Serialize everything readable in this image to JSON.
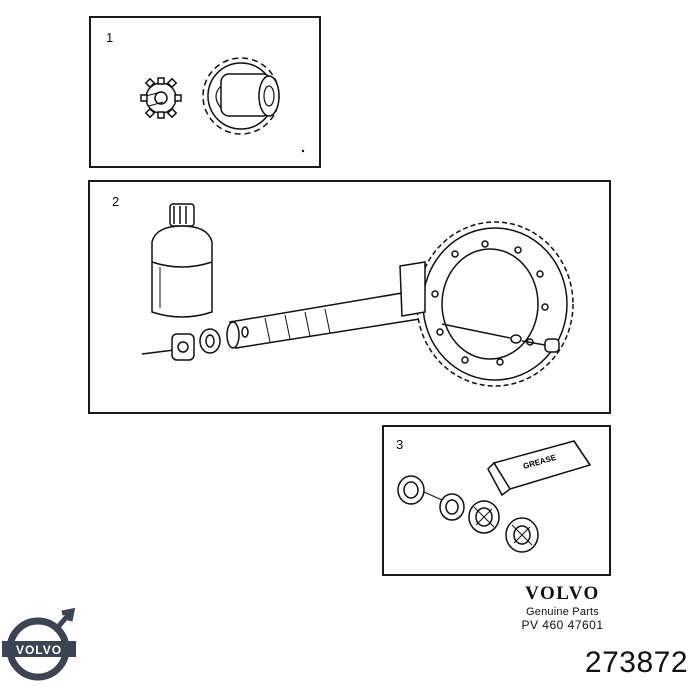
{
  "panels": [
    {
      "number": "1",
      "content": "pinion gear and crown gear set"
    },
    {
      "number": "2",
      "content": "oil bottle, shaft, ring gear and bolt"
    },
    {
      "number": "3",
      "content": "bearings, seal and grease tube"
    }
  ],
  "grease_tube": {
    "label": "GREASE"
  },
  "brand": {
    "wordmark": "VOLVO",
    "genuine_parts": "Genuine Parts",
    "part_number": "PV 460 47601"
  },
  "logo": {
    "text": "VOLVO",
    "icon": "volvo-iron-mark-icon",
    "color": "#3a4452"
  },
  "reference_number": "273872"
}
